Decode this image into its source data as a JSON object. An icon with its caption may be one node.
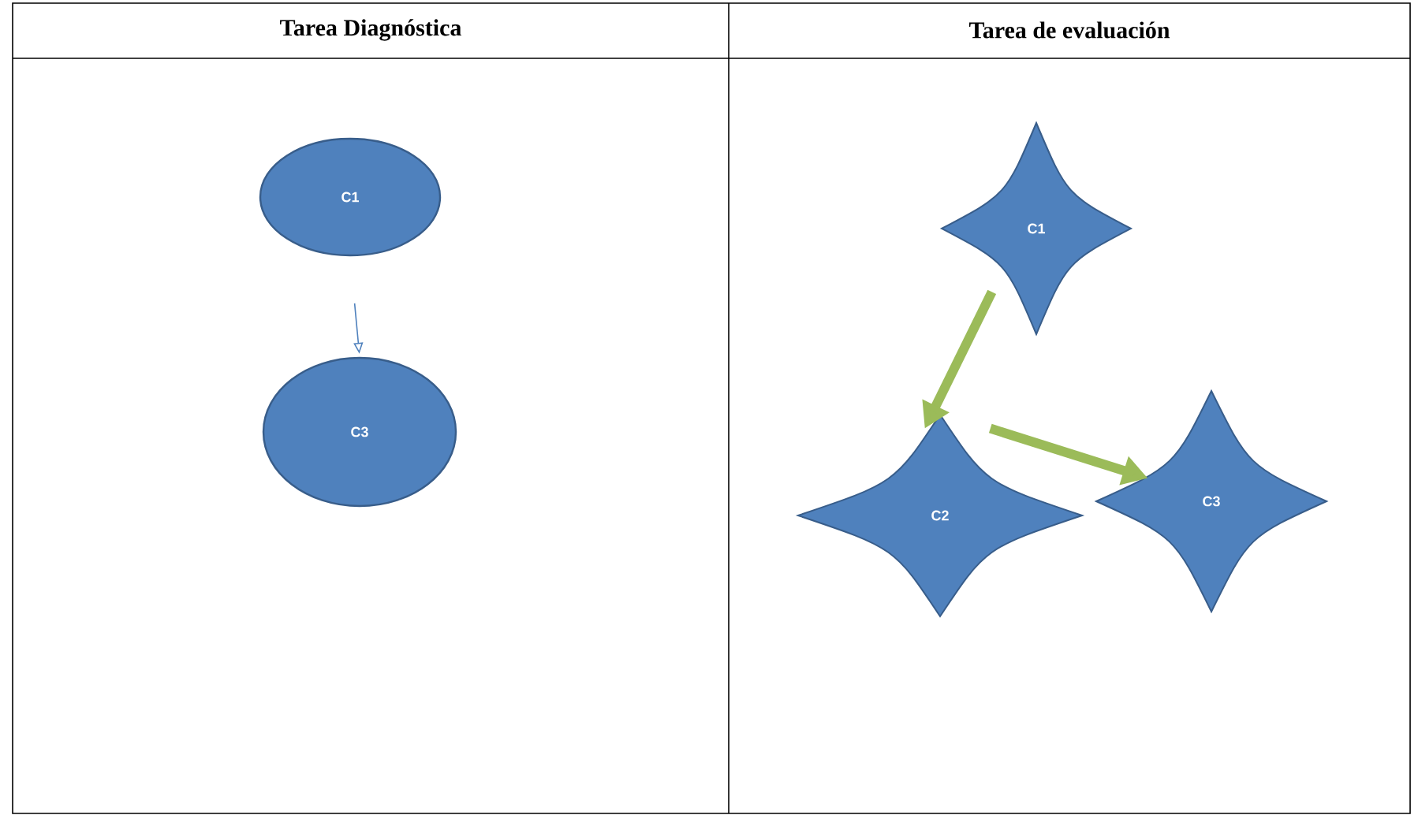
{
  "diagram": {
    "nodes": [
      {
        "text": [
          "C1"
        ]
      },
      {
        "text": [
          "C3"
        ]
      },
      {
        "text": [
          "C1"
        ]
      },
      {
        "text": [
          "C2"
        ]
      },
      {
        "text": [
          "C3"
        ]
      }
    ],
    "edges": [
      {
        "from": 0,
        "to": 1,
        "arrow": "to",
        "color": "#4f81bd"
      },
      {
        "from": 2,
        "to": 3,
        "arrow": "to",
        "color": "#9bbb59"
      },
      {
        "from": 3,
        "to": 4,
        "arrow": "to",
        "color": "#9bbb59"
      }
    ],
    "labels": [
      "Tarea Diagnóstica",
      "Tarea de evaluación"
    ]
  }
}
